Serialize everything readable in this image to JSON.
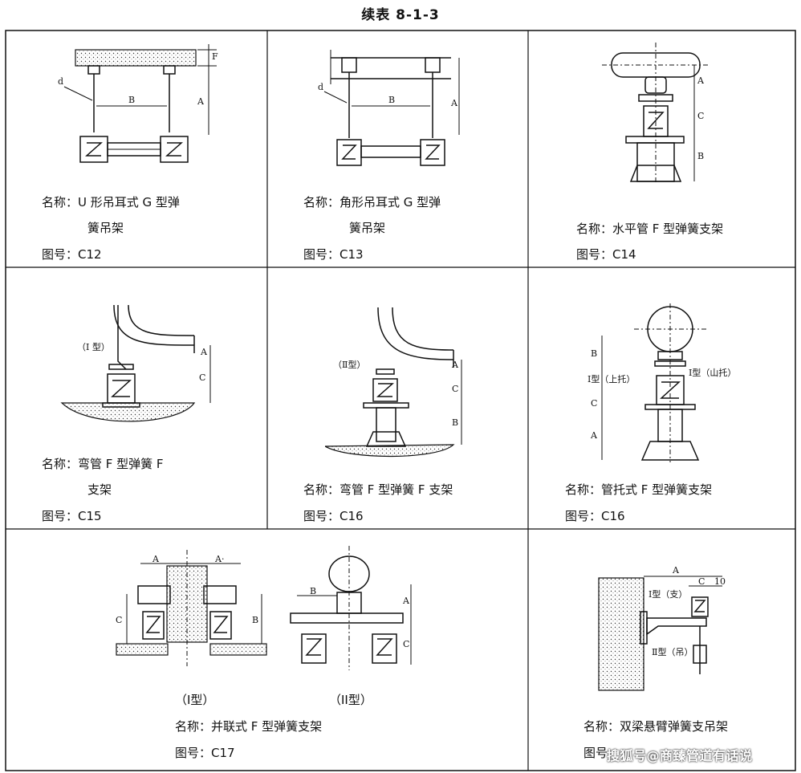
{
  "title": "续表 8-1-3",
  "cells": [
    {
      "name": "名称：U 形吊耳式 G 型弹",
      "name2": "簧吊架",
      "code": "图号：C12"
    },
    {
      "name": "名称：角形吊耳式 G 型弹",
      "name2": "簧吊架",
      "code": "图号：C13"
    },
    {
      "name": "名称：水平管 F 型弹簧支架",
      "code": "图号：C14"
    },
    {
      "name": "名称：弯管 F 型弹簧 F",
      "name2": "支架",
      "code": "图号：C15"
    },
    {
      "name": "名称：弯管 F 型弹簧 F 支架",
      "code": "图号：C16"
    },
    {
      "name": "名称：管托式 F 型弹簧支架",
      "code": "图号：C16"
    },
    {
      "name": "名称：并联式 F 型弹簧支架",
      "code": "图号：C17",
      "sub1": "（I型）",
      "sub2": "（II型）"
    },
    {
      "name": "名称：双梁悬臂弹簧支吊架",
      "code": "图号"
    }
  ],
  "labels": {
    "A": "A",
    "B": "B",
    "C": "C",
    "d": "d",
    "F": "F",
    "type1": "（I型）",
    "type1b": "（I 型）",
    "c16_type": "（Ⅱ型）",
    "c16b_left": "Ⅰ型（上托）",
    "c16b_right": "Ⅰ型（山托）",
    "a_prime": "A·",
    "c17_10": "10",
    "c18_type1": "Ⅰ型（支）",
    "c18_type2": "Ⅱ型（吊）"
  },
  "watermark": "搜狐号@商臻管道有话说"
}
